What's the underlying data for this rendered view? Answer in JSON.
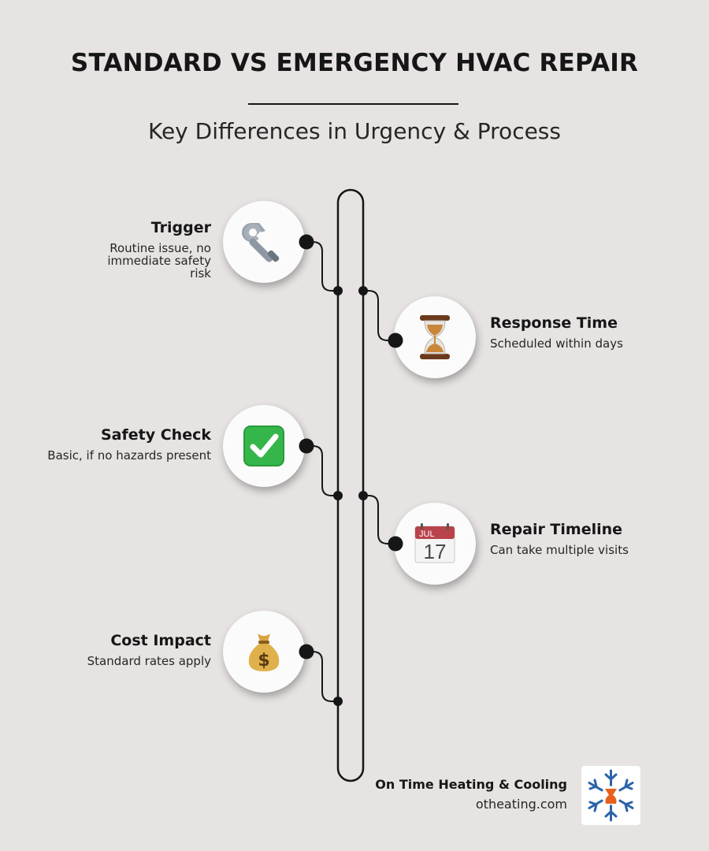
{
  "header": {
    "title": "STANDARD VS EMERGENCY HVAC REPAIR",
    "subtitle": "Key Differences in Urgency & Process"
  },
  "items": [
    {
      "side": "left",
      "heading": "Trigger",
      "text": "Routine issue, no immediate safety risk",
      "icon": "wrench-icon"
    },
    {
      "side": "right",
      "heading": "Response Time",
      "text": "Scheduled within days",
      "icon": "hourglass-icon"
    },
    {
      "side": "left",
      "heading": "Safety Check",
      "text": "Basic, if no hazards present",
      "icon": "check-mark-icon"
    },
    {
      "side": "right",
      "heading": "Repair Timeline",
      "text": "Can take multiple visits",
      "icon": "calendar-icon"
    },
    {
      "side": "left",
      "heading": "Cost Impact",
      "text": "Standard rates apply",
      "icon": "money-bag-icon"
    }
  ],
  "calendar": {
    "month": "JUL",
    "day": "17"
  },
  "brand": {
    "name": "On Time Heating & Cooling",
    "url": "otheating.com",
    "logo": "snowflake-flame-logo-icon"
  },
  "colors": {
    "background": "#e6e3e2",
    "ink": "#161616",
    "logo_blue": "#2b63a8",
    "logo_orange": "#e8601c"
  }
}
